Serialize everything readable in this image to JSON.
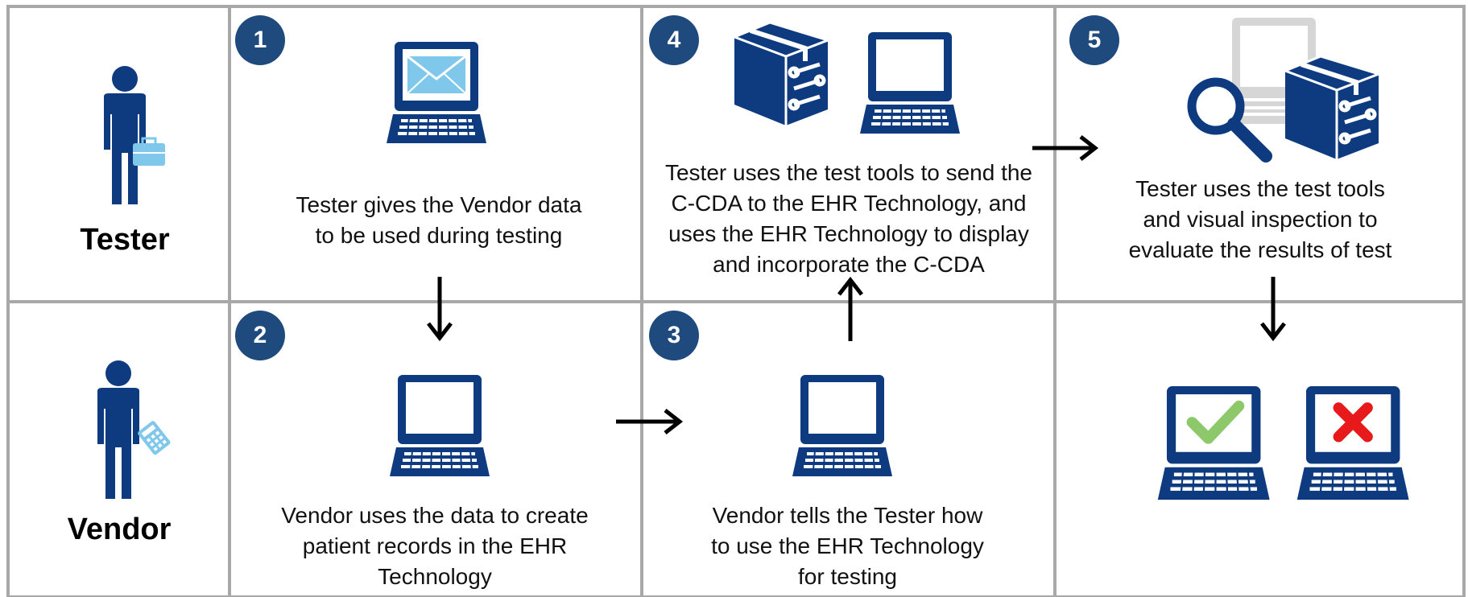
{
  "colors": {
    "primary": "#0e3a80",
    "badge": "#1f4a7e",
    "light_blue": "#7fc8ec",
    "grid_line": "#a8a8a8",
    "check": "#8dc96a",
    "cross": "#e8191b",
    "ghost": "#d6d6d6"
  },
  "roles": {
    "tester": {
      "label": "Tester",
      "icon": "person-with-briefcase-icon"
    },
    "vendor": {
      "label": "Vendor",
      "icon": "person-with-calculator-icon"
    }
  },
  "steps": [
    {
      "number": "1",
      "text": "Tester gives the Vendor data\nto be used during testing",
      "icons": [
        "laptop-with-envelope-icon"
      ]
    },
    {
      "number": "2",
      "text": "Vendor uses the data to create\npatient records in the EHR\nTechnology",
      "icons": [
        "laptop-icon"
      ]
    },
    {
      "number": "3",
      "text": "Vendor tells the Tester how\nto use the EHR Technology\nfor testing",
      "icons": [
        "laptop-icon"
      ]
    },
    {
      "number": "4",
      "text": "Tester uses the test tools to send the\nC-CDA to the EHR Technology, and\nuses the EHR Technology to display\nand incorporate the C-CDA",
      "icons": [
        "toolbox-icon",
        "laptop-icon"
      ]
    },
    {
      "number": "5",
      "text": "Tester uses the test tools\nand visual inspection to\nevaluate the results of test",
      "icons": [
        "magnifier-icon",
        "ghost-laptop-icon",
        "toolbox-icon"
      ]
    }
  ],
  "results": {
    "icons": [
      "laptop-check-icon",
      "laptop-cross-icon"
    ]
  }
}
